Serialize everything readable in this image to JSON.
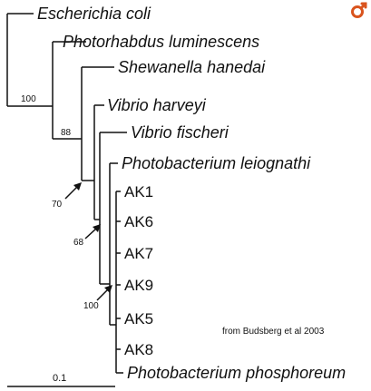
{
  "tree": {
    "taxa": {
      "ecoli": "Escherichia coli",
      "plum": "Photorhabdus luminescens",
      "shan": "Shewanella hanedai",
      "vharv": "Vibrio harveyi",
      "vfisch": "Vibrio fischeri",
      "pleio": "Photobacterium leiognathi",
      "pphos": "Photobacterium phosphoreum"
    },
    "isolates": [
      "AK1",
      "AK6",
      "AK7",
      "AK9",
      "AK5",
      "AK8"
    ],
    "support": {
      "n100a": "100",
      "n88": "88",
      "n70": "70",
      "n68": "68",
      "n100b": "100"
    },
    "scale_bar": "0.1"
  },
  "credit": "from Budsberg et al 2003",
  "colors": {
    "ink": "#111111",
    "corner_icon": "#d9541e"
  },
  "corner_icon": "female-symbol-icon"
}
